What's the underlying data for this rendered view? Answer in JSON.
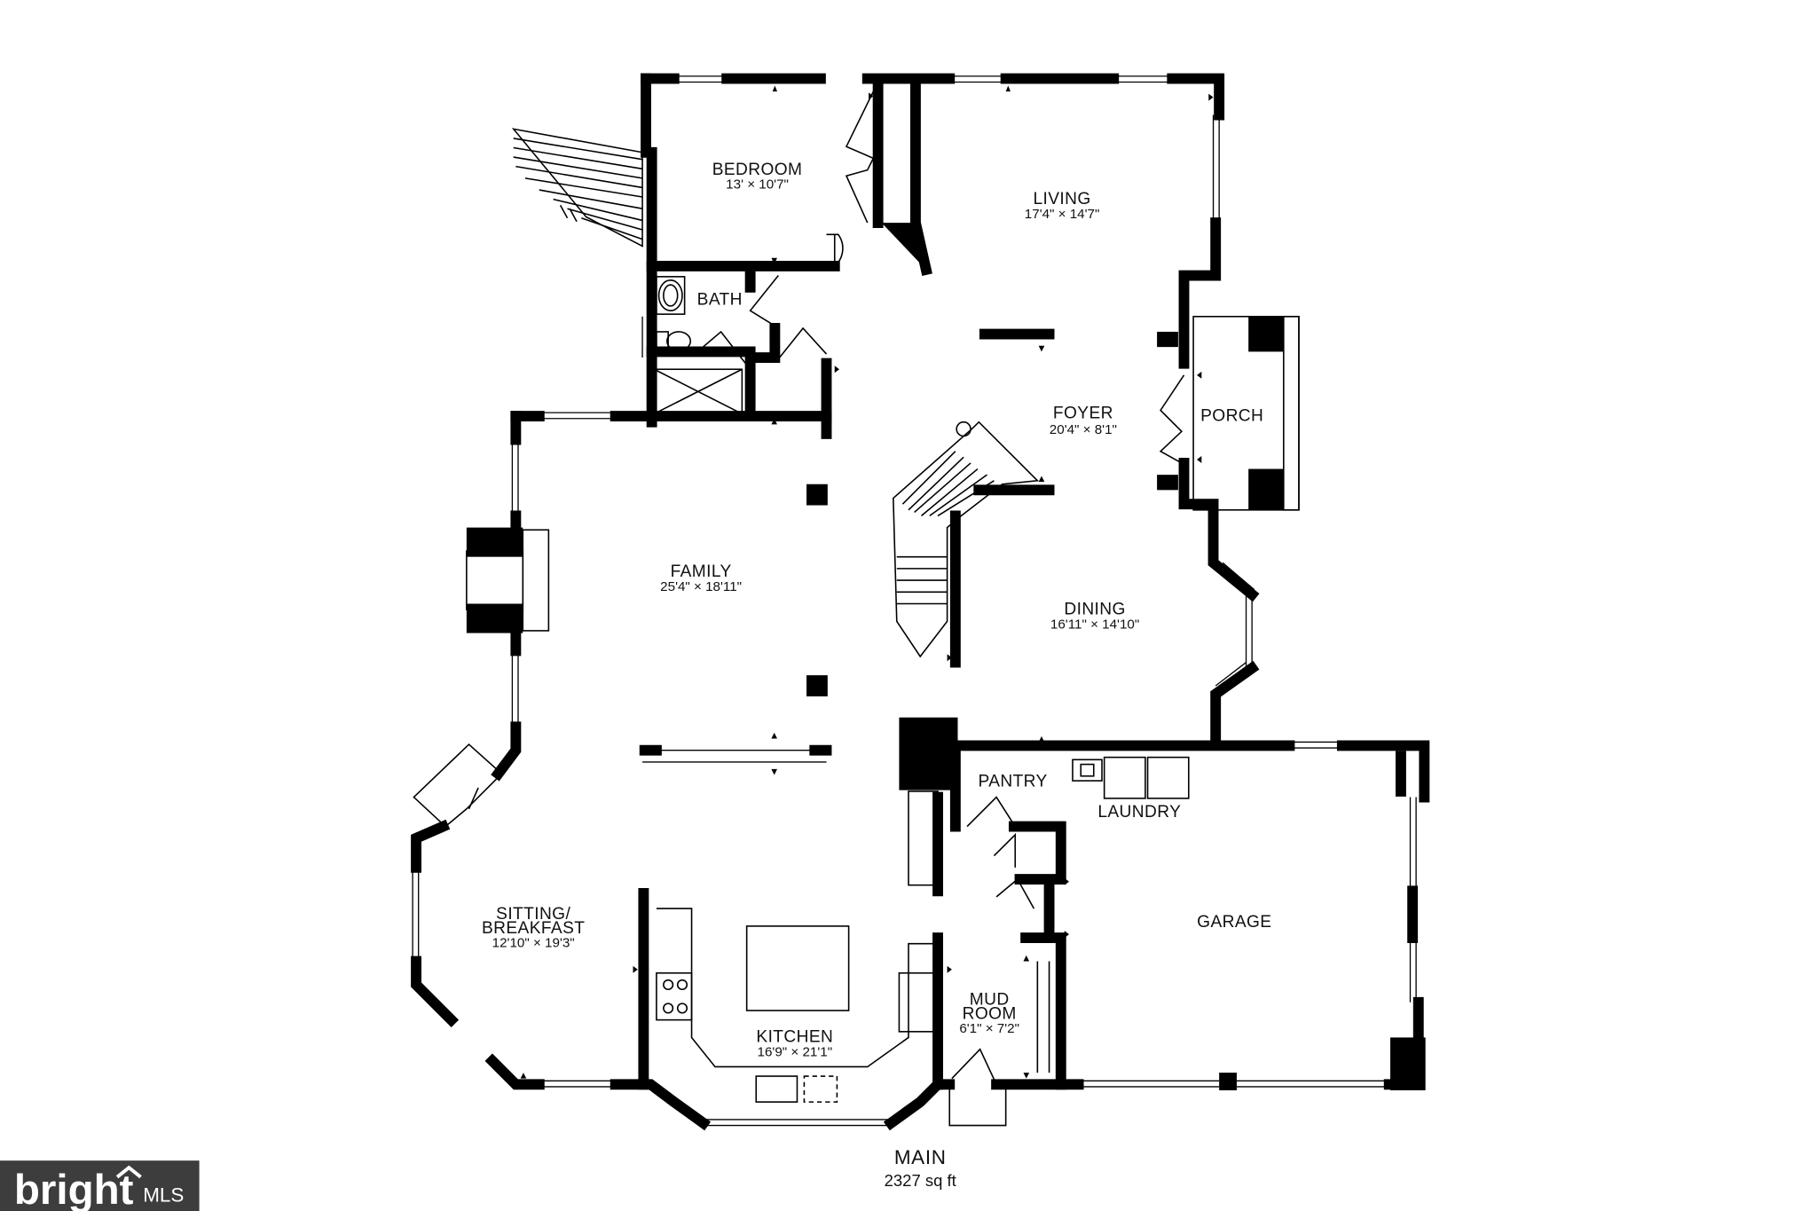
{
  "rooms": [
    {
      "id": "bedroom",
      "name": "BEDROOM",
      "dims": "13' × 10'7\""
    },
    {
      "id": "living",
      "name": "LIVING",
      "dims": "17'4\" × 14'7\""
    },
    {
      "id": "bath",
      "name": "BATH",
      "dims": ""
    },
    {
      "id": "foyer",
      "name": "FOYER",
      "dims": "20'4\" × 8'1\""
    },
    {
      "id": "porch",
      "name": "PORCH",
      "dims": ""
    },
    {
      "id": "family",
      "name": "FAMILY",
      "dims": "25'4\" × 18'11\""
    },
    {
      "id": "dining",
      "name": "DINING",
      "dims": "16'11\" × 14'10\""
    },
    {
      "id": "pantry",
      "name": "PANTRY",
      "dims": ""
    },
    {
      "id": "laundry",
      "name": "LAUNDRY",
      "dims": ""
    },
    {
      "id": "garage",
      "name": "GARAGE",
      "dims": ""
    },
    {
      "id": "sitting",
      "name_line1": "SITTING/",
      "name_line2": "BREAKFAST",
      "dims": "12'10\" × 19'3\""
    },
    {
      "id": "mudroom",
      "name_line1": "MUD",
      "name_line2": "ROOM",
      "dims": "6'1\" × 7'2\""
    },
    {
      "id": "kitchen",
      "name": "KITCHEN",
      "dims": "16'9\" × 21'1\""
    }
  ],
  "floor": {
    "name": "MAIN",
    "area": "2327 sq ft"
  },
  "watermark": {
    "brand": "bright",
    "suffix": "MLS",
    "bg_color": "#3d3d3d"
  },
  "colors": {
    "wall": "#000000",
    "background": "#ffffff"
  }
}
